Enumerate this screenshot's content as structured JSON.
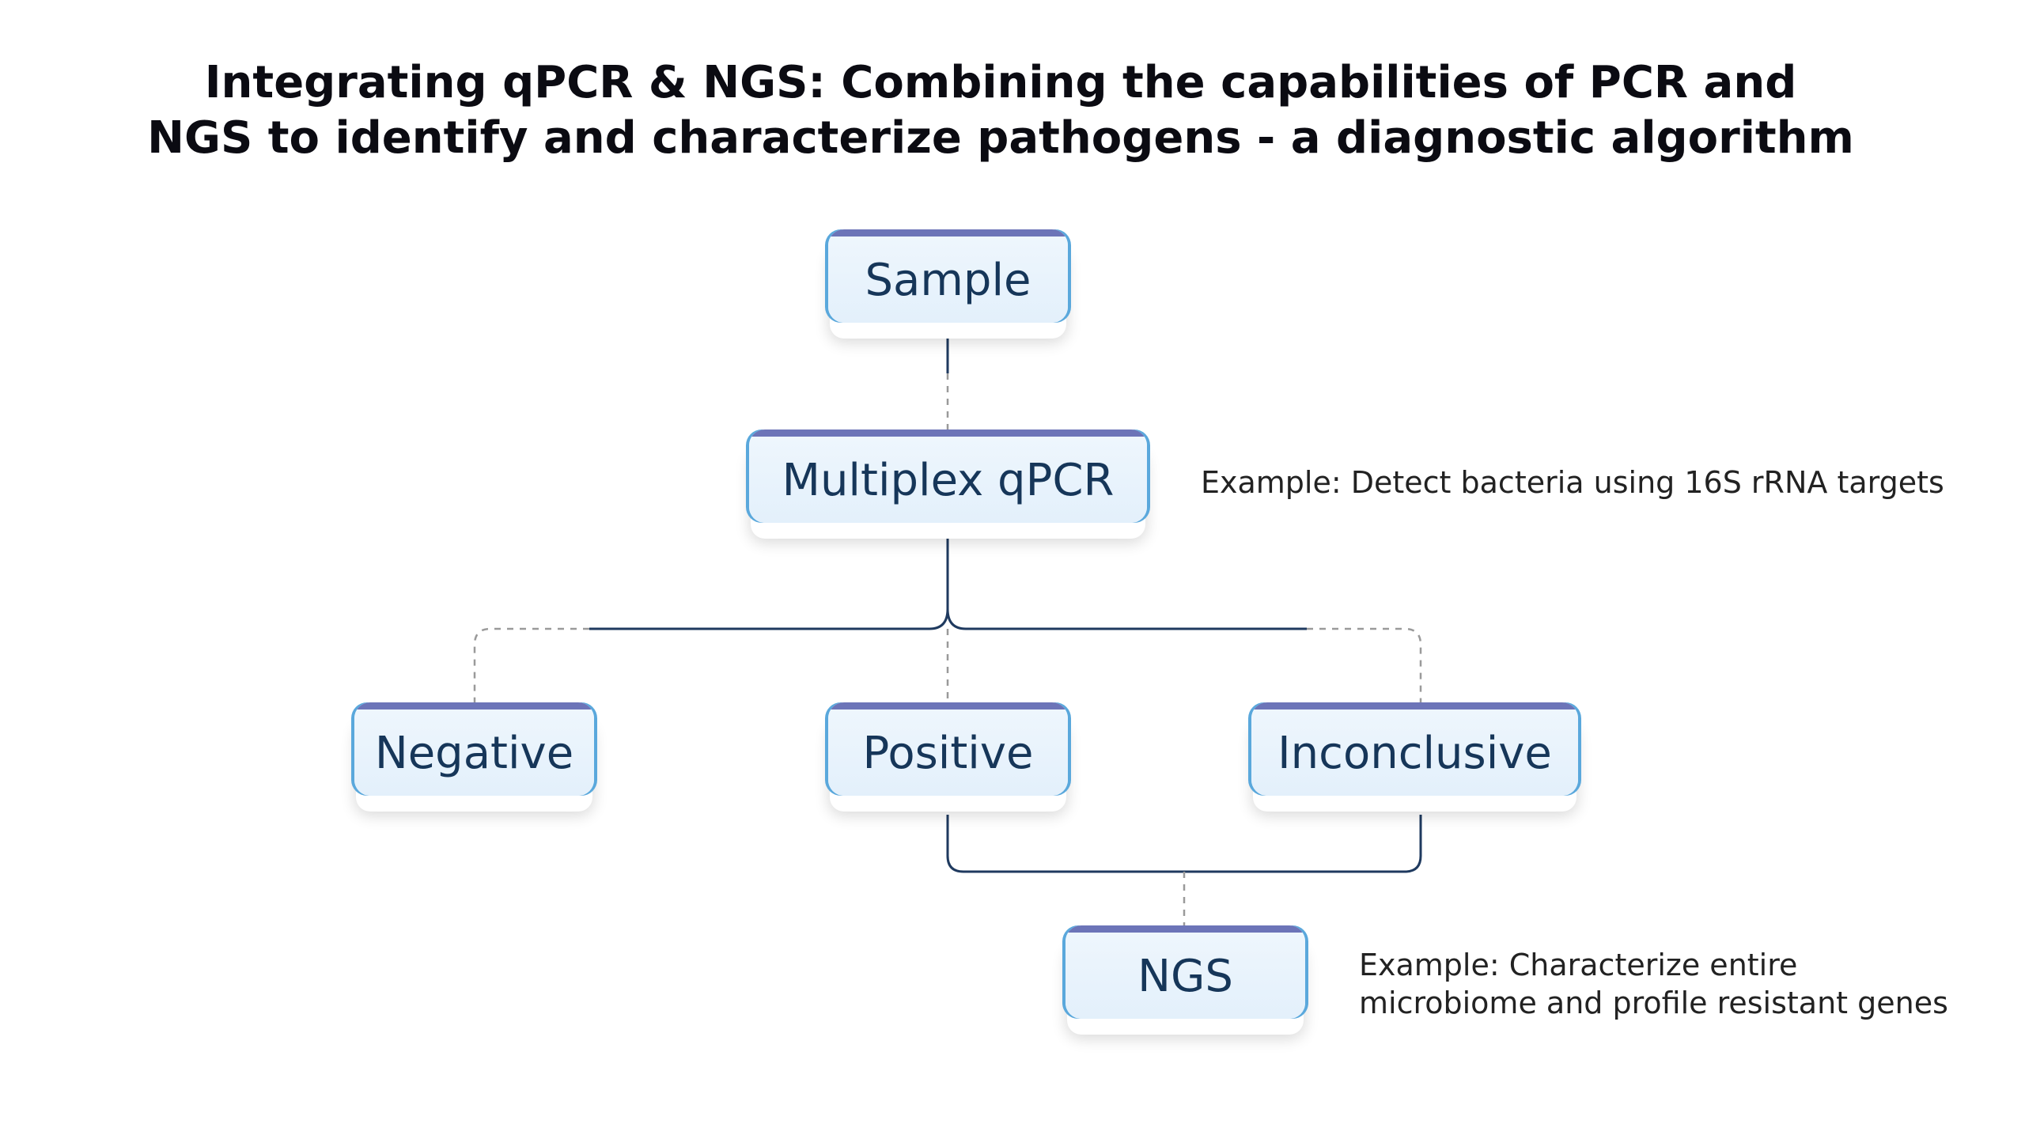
{
  "title": {
    "line1": "Integrating qPCR & NGS: Combining the capabilities of PCR and",
    "line2": "NGS to identify and characterize pathogens - a diagnostic algorithm"
  },
  "nodes": {
    "sample": "Sample",
    "multiplex": "Multiplex qPCR",
    "negative": "Negative",
    "positive": "Positive",
    "inconclusive": "Inconclusive",
    "ngs": "NGS"
  },
  "annotations": {
    "qpcr_example": "Example: Detect bacteria using 16S rRNA targets",
    "ngs_example_line1": "Example: Characterize entire",
    "ngs_example_line2": "microbiome and profile resistant genes"
  },
  "colors": {
    "node_top_bar": "#6c74b8",
    "node_side_accent": "#5aa8dc",
    "node_fill": "#e8f3fc",
    "node_text": "#163659",
    "solid_connector": "#1f3a5f",
    "dashed_connector": "#9a9a9a"
  }
}
